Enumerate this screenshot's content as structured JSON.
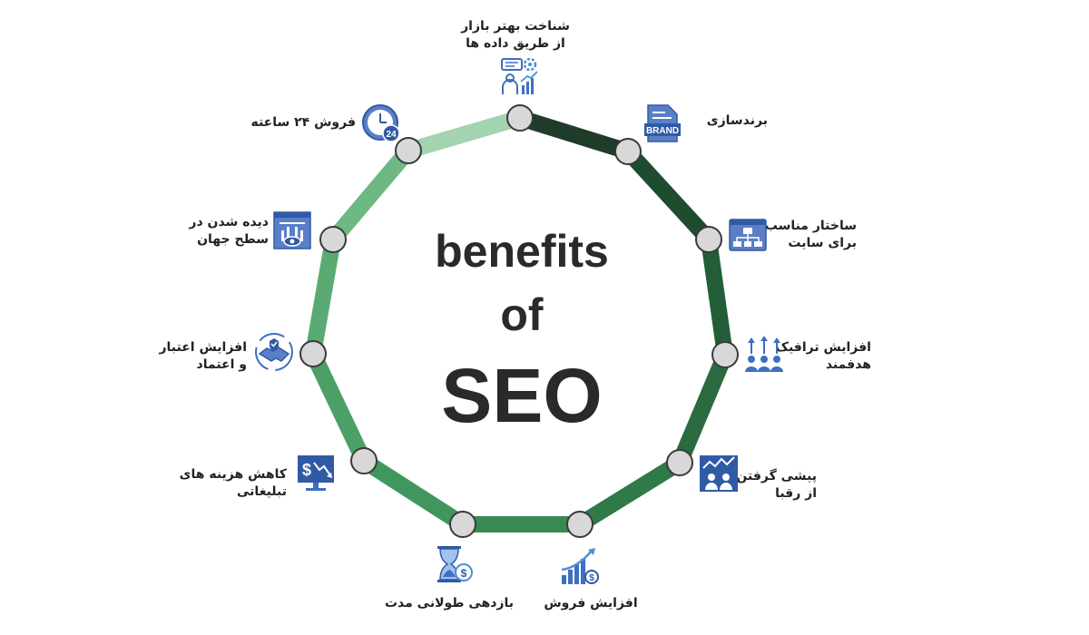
{
  "center": {
    "line1": "benefits",
    "line2": "of",
    "line3": "SEO"
  },
  "benefits": [
    {
      "line1": "شناخت بهتر بازار",
      "line2": "از طریق داده ها",
      "icon": "market-analysis-icon"
    },
    {
      "line1": "برندسازی",
      "line2": "",
      "icon": "brand-icon",
      "icon_text": "BRAND"
    },
    {
      "line1": "ساختار مناسب",
      "line2": "برای سایت",
      "icon": "site-structure-icon"
    },
    {
      "line1": "افزایش ترافیک",
      "line2": "هدفمند",
      "icon": "targeted-traffic-icon"
    },
    {
      "line1": "پیشی گرفتن",
      "line2": "از رقبا",
      "icon": "competitors-icon"
    },
    {
      "line1": "افزایش فروش",
      "line2": "",
      "icon": "sales-growth-icon"
    },
    {
      "line1": "بازدهی طولانی مدت",
      "line2": "",
      "icon": "hourglass-dollar-icon"
    },
    {
      "line1": "کاهش هزینه های",
      "line2": "تبلیغاتی",
      "icon": "cost-reduction-icon"
    },
    {
      "line1": "افزایش اعتبار",
      "line2": "و اعتماد",
      "icon": "handshake-trust-icon"
    },
    {
      "line1": "دیده شدن در",
      "line2": "سطح جهان",
      "icon": "global-visibility-icon"
    },
    {
      "line1": "فروش ۲۴ ساعته",
      "line2": "",
      "icon": "clock-24-icon",
      "icon_text": "24"
    }
  ],
  "colors": {
    "segments": [
      "#1f3b2a",
      "#1e4c30",
      "#235e38",
      "#2a6b40",
      "#2f7a47",
      "#378a52",
      "#40965c",
      "#4c9f67",
      "#5aab73",
      "#6db883",
      "#a3d3b0"
    ],
    "node_fill": "#d8d8d8",
    "node_stroke": "#3a3a3a",
    "icon_blue": "#3f6fc0"
  }
}
